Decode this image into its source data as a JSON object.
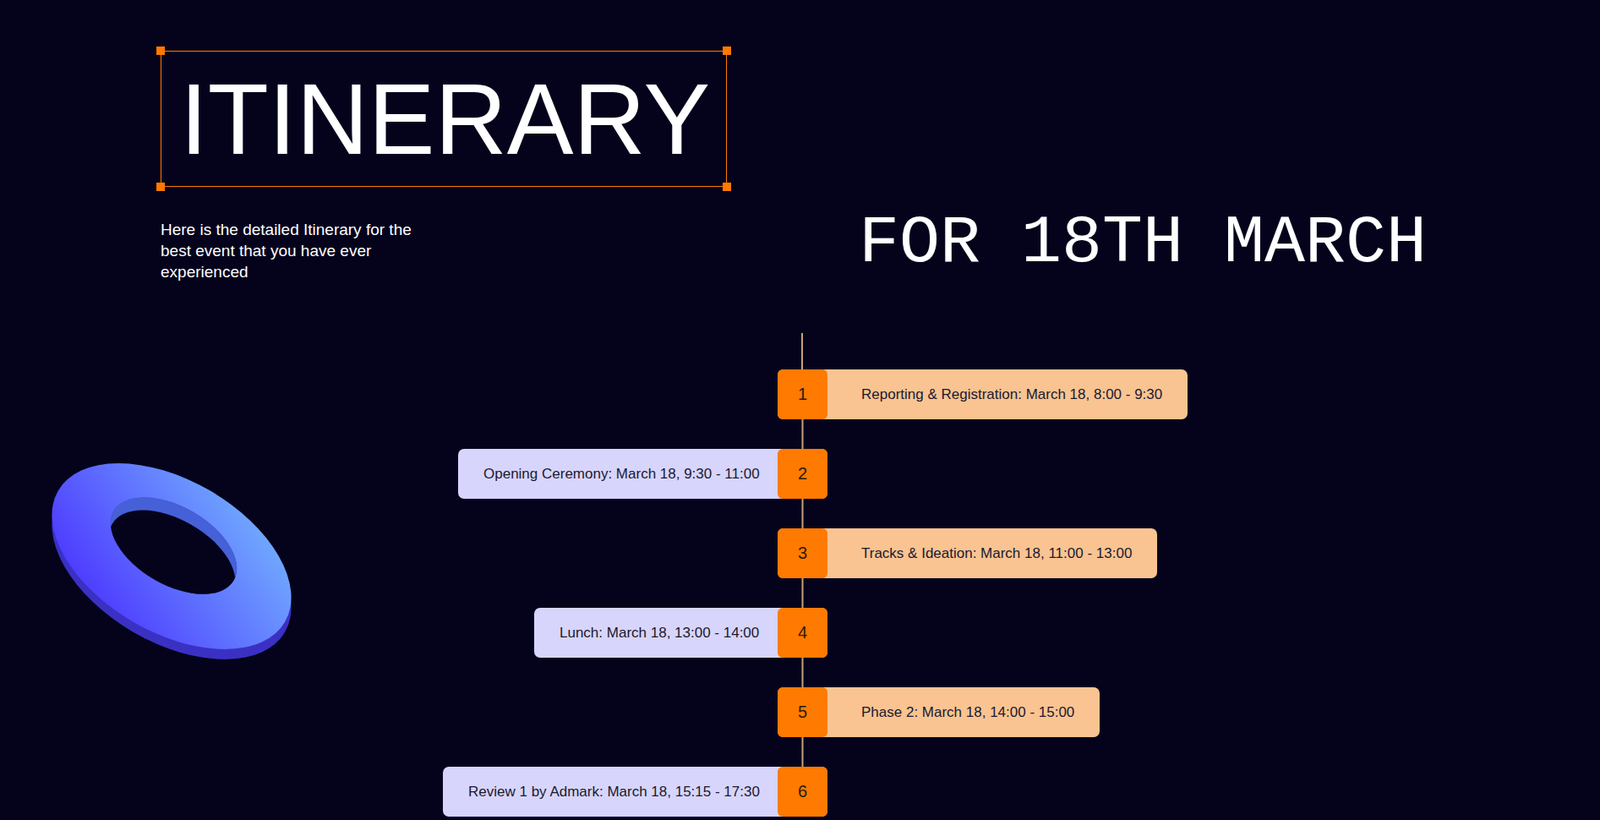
{
  "diagram": {
    "title": "ITINERARY",
    "nodes": [
      {
        "text": [
          "1"
        ]
      },
      {
        "text": [
          "Reporting & Registration: March 18, 8:00 - 9:30"
        ]
      },
      {
        "text": [
          "Opening Ceremony: March 18, 9:30 - 11:00"
        ]
      },
      {
        "text": [
          "2"
        ]
      },
      {
        "text": [
          "3"
        ]
      },
      {
        "text": [
          "Tracks & Ideation: March 18, 11:00 - 13:00"
        ]
      },
      {
        "text": [
          "Lunch: March 18, 13:00 - 14:00"
        ]
      },
      {
        "text": [
          "4"
        ]
      },
      {
        "text": [
          "5"
        ]
      },
      {
        "text": [
          "Phase 2: March 18, 14:00 - 15:00"
        ]
      },
      {
        "text": [
          "Review 1 by Admark: March 18, 15:15 - 17:30"
        ]
      },
      {
        "text": [
          "6"
        ]
      }
    ],
    "edges": [
      {
        "from": 0,
        "to": 3,
        "arrow": "none"
      },
      {
        "from": 3,
        "to": 4,
        "arrow": "none"
      },
      {
        "from": 4,
        "to": 7,
        "arrow": "none"
      },
      {
        "from": 7,
        "to": 8,
        "arrow": "none"
      },
      {
        "from": 8,
        "to": 11,
        "arrow": "none"
      }
    ],
    "labels": [
      "Here is the detailed Itinerary for the best event that you have ever experienced",
      "FOR 18TH MARCH"
    ]
  }
}
